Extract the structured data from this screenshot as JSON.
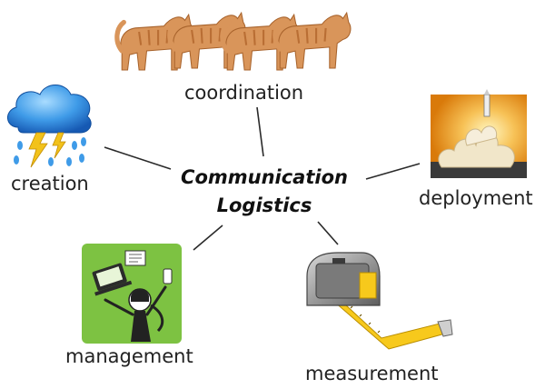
{
  "diagram": {
    "center": {
      "line1": "Communication",
      "line2": "Logistics"
    },
    "nodes": [
      {
        "id": "coordination",
        "label": "coordination",
        "icon": "cats-icon"
      },
      {
        "id": "creation",
        "label": "creation",
        "icon": "storm-cloud-icon"
      },
      {
        "id": "deployment",
        "label": "deployment",
        "icon": "rocket-launch-icon"
      },
      {
        "id": "management",
        "label": "management",
        "icon": "juggling-person-icon"
      },
      {
        "id": "measurement",
        "label": "measurement",
        "icon": "tape-measure-icon"
      }
    ]
  },
  "colors": {
    "connector": "#2a2a2a",
    "cat_fur": "#d9955a",
    "cloud_blue": "#2f8fe3",
    "lightning": "#f2c21b",
    "launch_orange": "#e38a0c",
    "management_green": "#7dc242",
    "tape_yellow": "#f7c91c",
    "tape_case": "#9a9a9a"
  }
}
